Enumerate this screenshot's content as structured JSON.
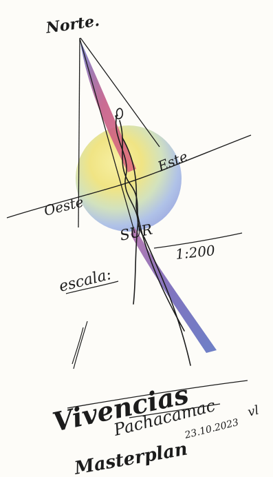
{
  "labels": {
    "north": "Norte.",
    "east": "Este",
    "west": "Oeste",
    "south": "SUR",
    "scale_word": "escala:",
    "scale_value": "1:200",
    "title": "Vivencias",
    "subtitle": "Pachacamac",
    "date": "23.10.2023",
    "signature": "vl",
    "caption": "Masterplan"
  },
  "colors": {
    "paper": "#fdfcf8",
    "ink": "#1c1c1c",
    "sun_yellow": "#f3df72",
    "sun_blue": "#a9bde6",
    "needle_red": "#d45a78",
    "needle_blue": "#5a6fc0"
  }
}
